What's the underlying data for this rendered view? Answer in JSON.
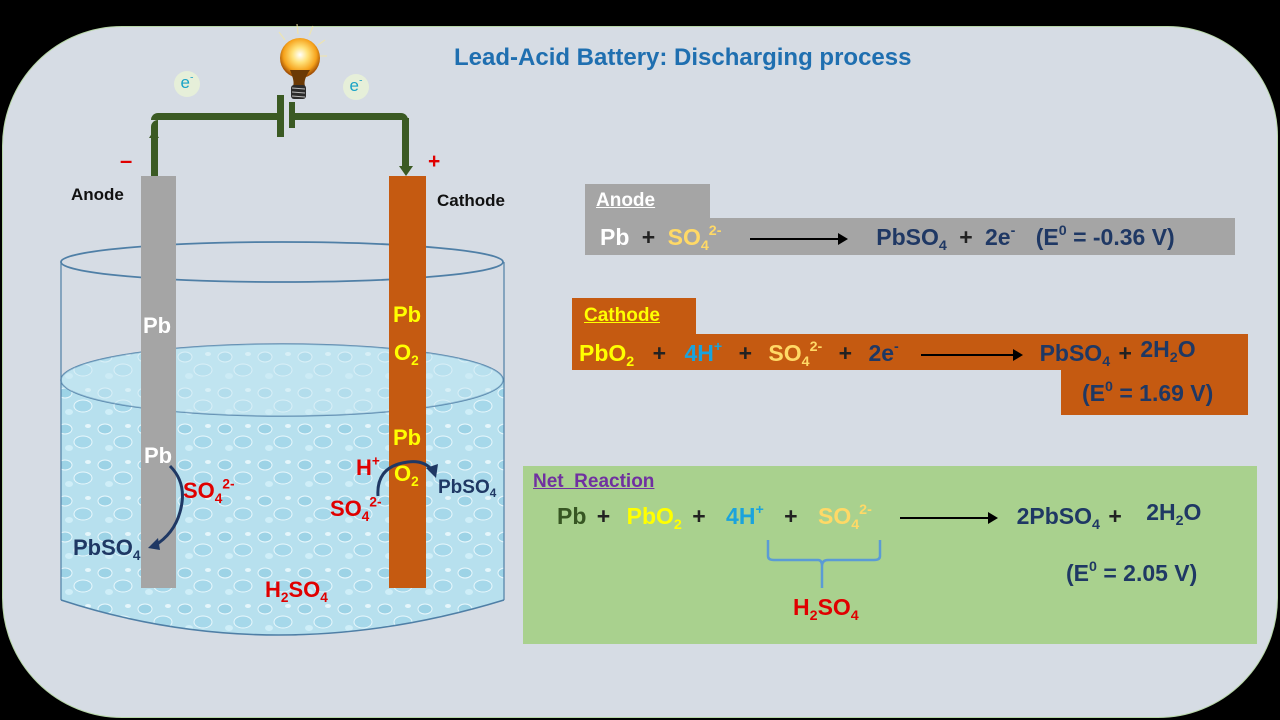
{
  "title": "Lead-Acid Battery: Discharging process",
  "circuit": {
    "electron_left": "e",
    "electron_right": "e",
    "electron_charge": "-",
    "anode_sign": "–",
    "cathode_sign": "+",
    "anode_label": "Anode",
    "cathode_label": "Cathode"
  },
  "cell": {
    "anode_rod_label": "Pb",
    "cathode_rod_label_top": "Pb",
    "cathode_rod_label_bottom": "O",
    "cathode_rod_label_bottom_sub": "2",
    "anode_reaction": {
      "reactant": "Pb",
      "ion": "SO",
      "ion_sub": "4",
      "ion_sup": "2-",
      "product": "PbSO",
      "product_sub": "4"
    },
    "cathode_reaction": {
      "rod_top": "Pb",
      "rod_bottom": "O",
      "rod_bottom_sub": "2",
      "ion1": "H",
      "ion1_sup": "+",
      "ion2": "SO",
      "ion2_sub": "4",
      "ion2_sup": "2-",
      "product": "PbSO",
      "product_sub": "4"
    },
    "electrolyte": {
      "a": "H",
      "a_sub": "2",
      "b": "SO",
      "b_sub": "4"
    }
  },
  "anode_panel": {
    "tab": "Anode",
    "t1": "Pb",
    "plus": "+",
    "t2": "SO",
    "t2_sub": "4",
    "t2_sup": "2-",
    "p1": "PbSO",
    "p1_sub": "4",
    "p2": "2e",
    "p2_sup": "-",
    "potential_pre": "(E",
    "potential_sup": "0",
    "potential_post": " = -0.36 V)"
  },
  "cathode_panel": {
    "tab": "Cathode",
    "t1": "PbO",
    "t1_sub": "2",
    "plus": "+",
    "t2": "4H",
    "t2_sup": "+",
    "t3": "SO",
    "t3_sub": "4",
    "t3_sup": "2-",
    "t4": "2e",
    "t4_sup": "-",
    "p1": "PbSO",
    "p1_sub": "4",
    "p2a": "2H",
    "p2_sub": "2",
    "p2b": "O",
    "potential_pre": "(E",
    "potential_sup": "0",
    "potential_post": " = 1.69 V)"
  },
  "net_panel": {
    "tab": "Net  Reaction",
    "t1": "Pb",
    "plus": "+",
    "t2": "PbO",
    "t2_sub": "2",
    "t3": "4H",
    "t3_sup": "+",
    "t4": "SO",
    "t4_sub": "4",
    "t4_sup": "2-",
    "p1": "2PbSO",
    "p1_sub": "4",
    "p2a": "2H",
    "p2_sub": "2",
    "p2b": "O",
    "bracket_a": "H",
    "bracket_sub": "2",
    "bracket_b": "SO",
    "bracket_sub2": "4",
    "potential_pre": "(E",
    "potential_sup": "0",
    "potential_post": " = 2.05 V)"
  },
  "colors": {
    "title": "#1f6fb0",
    "anode_rod": "#a5a5a5",
    "cathode_rod": "#c55a11",
    "wire": "#3b5a23",
    "net_panel": "#a9d18e",
    "product": "#1f3864",
    "sulfate": "#ffd966",
    "proton": "#1aa3dc",
    "lead_dioxide": "#ffff00",
    "acid": "#e00000"
  }
}
